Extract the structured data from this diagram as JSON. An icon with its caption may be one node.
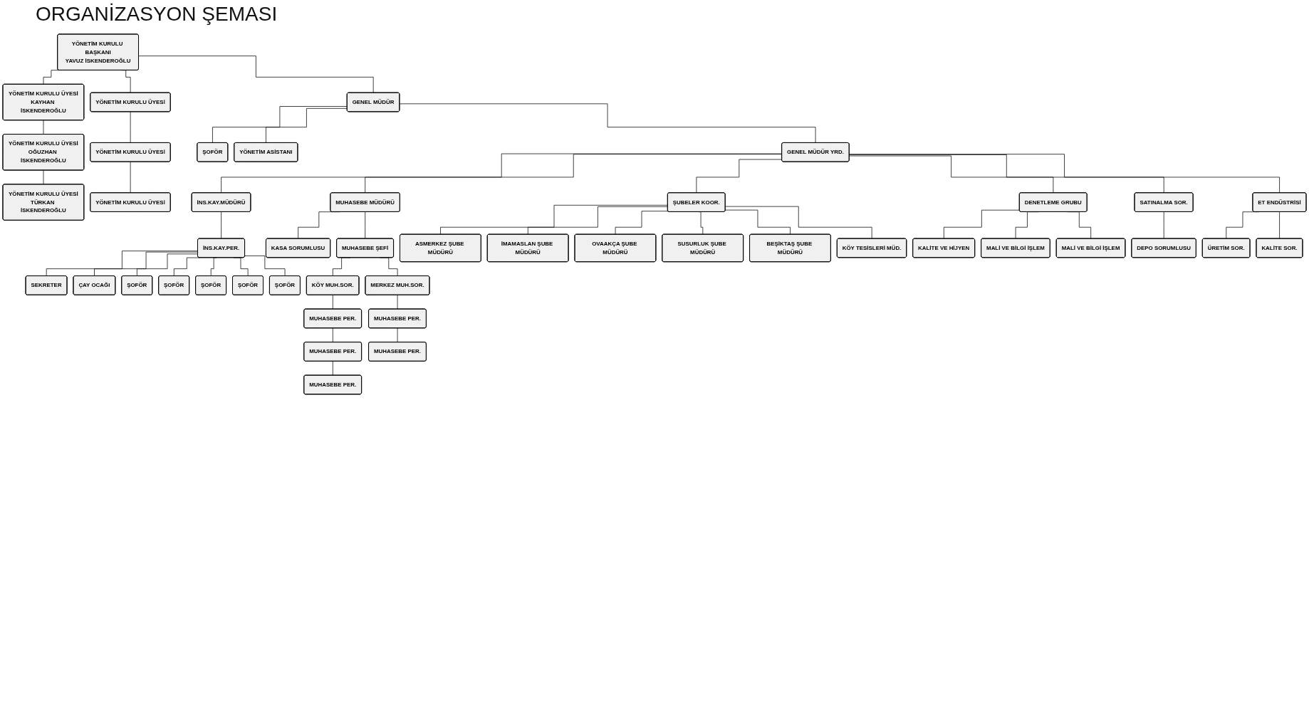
{
  "diagram": {
    "title": "ORGANİZASYON ŞEMASI",
    "nodes": [
      {
        "text": [
          "YÖNETİM KURULU BAŞKANI",
          "YAVUZ İSKENDEROĞLU"
        ]
      },
      {
        "text": [
          "YÖNETİM KURULU ÜYESİ",
          "TÜRKAN İSKENDEROĞLU"
        ]
      },
      {
        "text": [
          "YÖNETİM KURULU ÜYESİ",
          "OĞUZHAN İSKENDEROĞLU"
        ]
      },
      {
        "text": [
          "YÖNETİM KURULU ÜYESİ",
          "KAYHAN İSKENDEROĞLU"
        ]
      },
      {
        "text": [
          "YÖNETİM KURULU ÜYESİ"
        ]
      },
      {
        "text": [
          "YÖNETİM KURULU ÜYESİ"
        ]
      },
      {
        "text": [
          "YÖNETİM KURULU ÜYESİ"
        ]
      },
      {
        "text": [
          "GENEL MÜDÜR"
        ]
      },
      {
        "text": [
          "ŞOFÖR"
        ]
      },
      {
        "text": [
          "YÖNETİM ASİSTANI"
        ]
      },
      {
        "text": [
          "GENEL MÜDÜR YRD."
        ]
      },
      {
        "text": [
          "İNS.KAY.MÜDÜRÜ"
        ]
      },
      {
        "text": [
          "MUHASEBE MÜDÜRÜ"
        ]
      },
      {
        "text": [
          "ŞUBELER KOOR."
        ]
      },
      {
        "text": [
          "DENETLEME GRUBU"
        ]
      },
      {
        "text": [
          "SATINALMA SOR."
        ]
      },
      {
        "text": [
          "ET ENDÜSTRİSİ"
        ]
      },
      {
        "text": [
          "İNS.KAY.PER."
        ]
      },
      {
        "text": [
          "SEKRETER"
        ]
      },
      {
        "text": [
          "ÇAY OCAĞI"
        ]
      },
      {
        "text": [
          "ŞOFÖR"
        ]
      },
      {
        "text": [
          "ŞOFÖR"
        ]
      },
      {
        "text": [
          "ŞOFÖR"
        ]
      },
      {
        "text": [
          "ŞOFÖR"
        ]
      },
      {
        "text": [
          "ŞOFÖR"
        ]
      },
      {
        "text": [
          "KASA SORUMLUSU"
        ]
      },
      {
        "text": [
          "MUHASEBE ŞEFİ"
        ]
      },
      {
        "text": [
          "KÖY MUH.SOR."
        ]
      },
      {
        "text": [
          "MERKEZ MUH.SOR."
        ]
      },
      {
        "text": [
          "MUHASEBE PER."
        ]
      },
      {
        "text": [
          "MUHASEBE PER."
        ]
      },
      {
        "text": [
          "MUHASEBE PER."
        ]
      },
      {
        "text": [
          "MUHASEBE PER."
        ]
      },
      {
        "text": [
          "MUHASEBE PER."
        ]
      },
      {
        "text": [
          "ASMERKEZ ŞUBE MÜDÜRÜ"
        ]
      },
      {
        "text": [
          "İMAMASLAN ŞUBE MÜDÜRÜ"
        ]
      },
      {
        "text": [
          "OVAAKÇA ŞUBE MÜDÜRÜ"
        ]
      },
      {
        "text": [
          "SUSURLUK ŞUBE MÜDÜRÜ"
        ]
      },
      {
        "text": [
          "BEŞİKTAŞ ŞUBE MÜDÜRÜ"
        ]
      },
      {
        "text": [
          "KÖY TESİSLERİ MÜD."
        ]
      },
      {
        "text": [
          "KALİTE VE HİJYEN"
        ]
      },
      {
        "text": [
          "MALİ VE BİLGİ İŞLEM"
        ]
      },
      {
        "text": [
          "MALİ VE BİLGİ İŞLEM"
        ]
      },
      {
        "text": [
          "DEPO SORUMLUSU"
        ]
      },
      {
        "text": [
          "ÜRETİM SOR."
        ]
      },
      {
        "text": [
          "KALİTE SOR."
        ]
      }
    ],
    "edges": [
      {
        "from": 0,
        "to": 3,
        "arrow": "none"
      },
      {
        "from": 3,
        "to": 2,
        "arrow": "none"
      },
      {
        "from": 2,
        "to": 1,
        "arrow": "none"
      },
      {
        "from": 0,
        "to": 4,
        "arrow": "none"
      },
      {
        "from": 4,
        "to": 5,
        "arrow": "none"
      },
      {
        "from": 5,
        "to": 6,
        "arrow": "none"
      },
      {
        "from": 0,
        "to": 7,
        "arrow": "none"
      },
      {
        "from": 7,
        "to": 8,
        "arrow": "none"
      },
      {
        "from": 7,
        "to": 9,
        "arrow": "none"
      },
      {
        "from": 7,
        "to": 10,
        "arrow": "none"
      },
      {
        "from": 10,
        "to": 11,
        "arrow": "none"
      },
      {
        "from": 10,
        "to": 12,
        "arrow": "none"
      },
      {
        "from": 10,
        "to": 13,
        "arrow": "none"
      },
      {
        "from": 10,
        "to": 14,
        "arrow": "none"
      },
      {
        "from": 10,
        "to": 15,
        "arrow": "none"
      },
      {
        "from": 10,
        "to": 16,
        "arrow": "none"
      },
      {
        "from": 11,
        "to": 17,
        "arrow": "none"
      },
      {
        "from": 17,
        "to": 18,
        "arrow": "none"
      },
      {
        "from": 17,
        "to": 19,
        "arrow": "none"
      },
      {
        "from": 17,
        "to": 20,
        "arrow": "none"
      },
      {
        "from": 17,
        "to": 21,
        "arrow": "none"
      },
      {
        "from": 17,
        "to": 22,
        "arrow": "none"
      },
      {
        "from": 17,
        "to": 23,
        "arrow": "none"
      },
      {
        "from": 17,
        "to": 24,
        "arrow": "none"
      },
      {
        "from": 12,
        "to": 25,
        "arrow": "none"
      },
      {
        "from": 12,
        "to": 26,
        "arrow": "none"
      },
      {
        "from": 26,
        "to": 27,
        "arrow": "none"
      },
      {
        "from": 26,
        "to": 28,
        "arrow": "none"
      },
      {
        "from": 27,
        "to": 29,
        "arrow": "none"
      },
      {
        "from": 29,
        "to": 30,
        "arrow": "none"
      },
      {
        "from": 30,
        "to": 31,
        "arrow": "none"
      },
      {
        "from": 28,
        "to": 32,
        "arrow": "none"
      },
      {
        "from": 32,
        "to": 33,
        "arrow": "none"
      },
      {
        "from": 13,
        "to": 34,
        "arrow": "none"
      },
      {
        "from": 13,
        "to": 35,
        "arrow": "none"
      },
      {
        "from": 13,
        "to": 36,
        "arrow": "none"
      },
      {
        "from": 13,
        "to": 37,
        "arrow": "none"
      },
      {
        "from": 13,
        "to": 38,
        "arrow": "none"
      },
      {
        "from": 13,
        "to": 39,
        "arrow": "none"
      },
      {
        "from": 14,
        "to": 40,
        "arrow": "none"
      },
      {
        "from": 14,
        "to": 41,
        "arrow": "none"
      },
      {
        "from": 14,
        "to": 42,
        "arrow": "none"
      },
      {
        "from": 15,
        "to": 43,
        "arrow": "none"
      },
      {
        "from": 16,
        "to": 44,
        "arrow": "none"
      },
      {
        "from": 16,
        "to": 45,
        "arrow": "none"
      }
    ]
  }
}
